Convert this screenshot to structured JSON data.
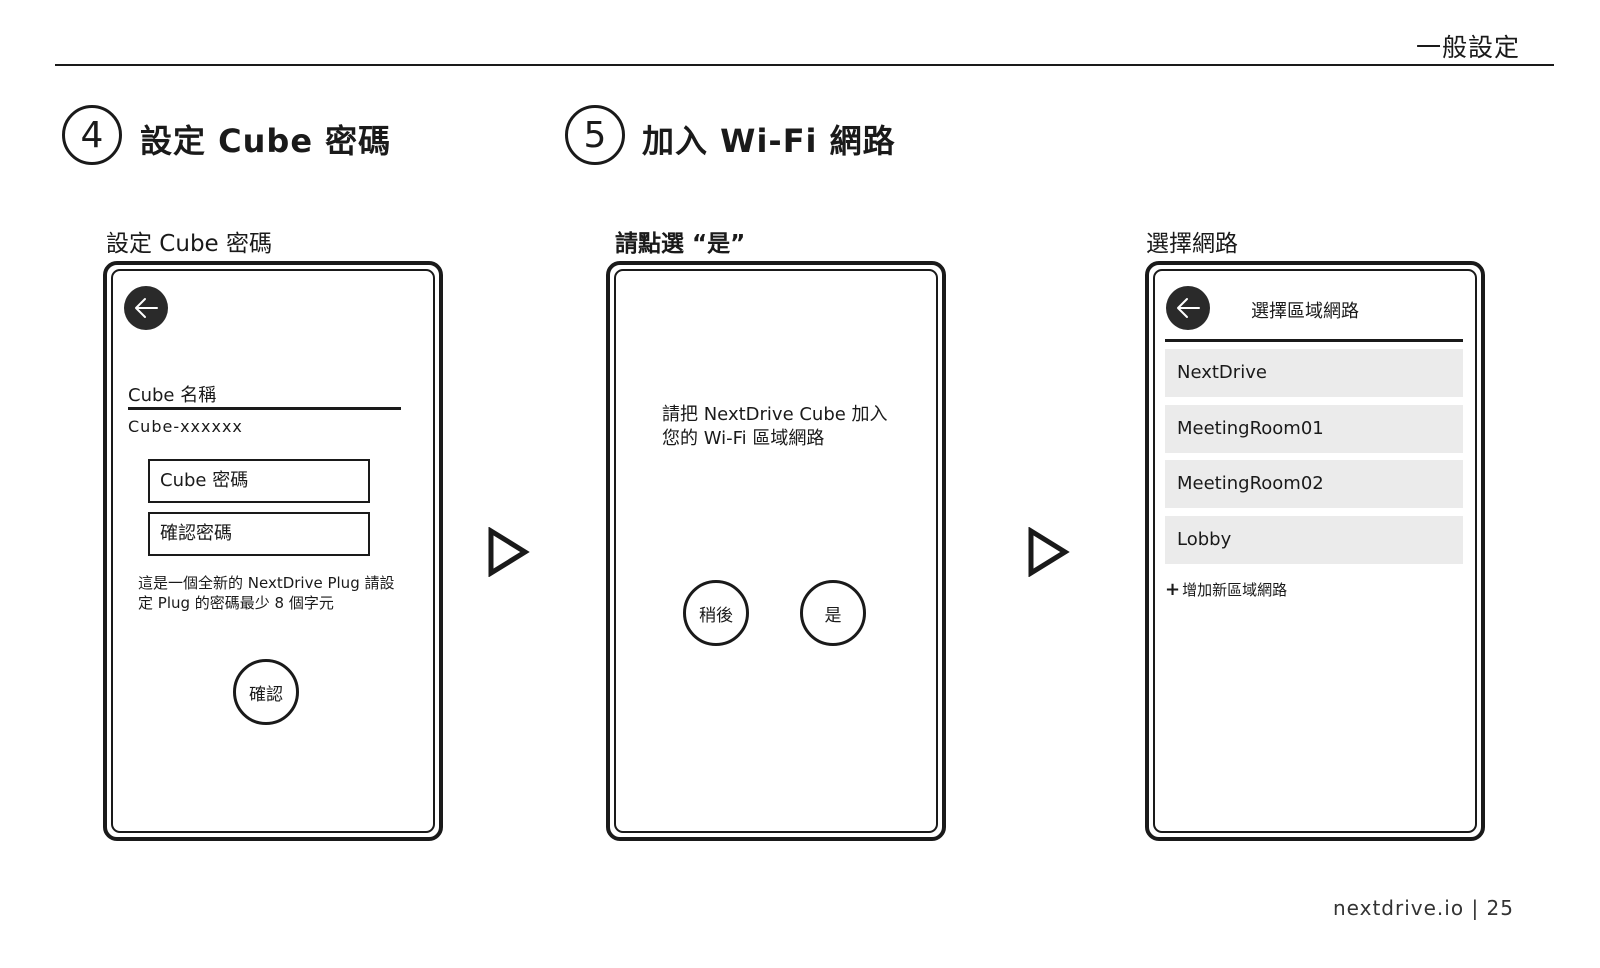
{
  "header": {
    "title": "一般設定"
  },
  "steps": [
    {
      "number": "4",
      "title": "設定 Cube 密碼"
    },
    {
      "number": "5",
      "title": "加入 Wi-Fi 網路"
    }
  ],
  "panel1": {
    "label": "設定 Cube 密碼",
    "name_label": "Cube 名稱",
    "name_value": "Cube-xxxxxx",
    "password_placeholder": "Cube 密碼",
    "confirm_placeholder": "確認密碼",
    "note": "這是一個全新的 NextDrive Plug 請設定 Plug 的密碼最少 8 個字元",
    "confirm_button": "確認"
  },
  "panel2": {
    "label": "請點選 “是”",
    "message": "請把 NextDrive Cube 加入您的 Wi-Fi 區域網路",
    "later_button": "稍後",
    "yes_button": "是"
  },
  "panel3": {
    "label": "選擇網路",
    "header": "選擇區域網路",
    "networks": [
      "NextDrive",
      "MeetingRoom01",
      "MeetingRoom02",
      "Lobby"
    ],
    "add_plus": "+",
    "add_network": "增加新區域網路"
  },
  "footer": {
    "site": "nextdrive.io",
    "separator": "|",
    "page": "25"
  },
  "colors": {
    "ink": "#1a1a1a",
    "list_bg": "#ebebeb",
    "back_button": "#2a2a2a"
  },
  "icons": [
    "back-arrow-icon",
    "play-arrow-icon"
  ]
}
